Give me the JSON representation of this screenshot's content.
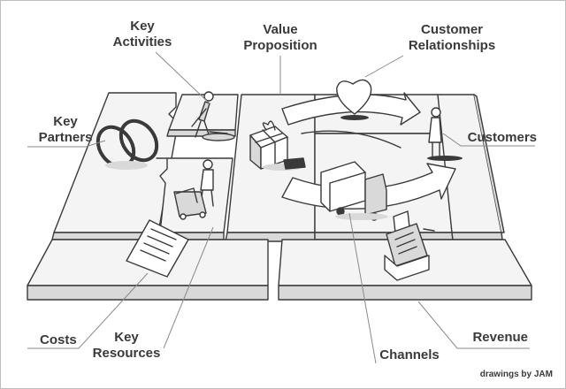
{
  "labels": {
    "key_activities_1": "Key",
    "key_activities_2": "Activities",
    "value_proposition_1": "Value",
    "value_proposition_2": "Proposition",
    "customer_relationships_1": "Customer",
    "customer_relationships_2": "Relationships",
    "key_partners_1": "Key",
    "key_partners_2": "Partners",
    "customers": "Customers",
    "costs": "Costs",
    "key_resources_1": "Key",
    "key_resources_2": "Resources",
    "channels": "Channels",
    "revenue": "Revenue"
  },
  "credit": "drawings by JAM",
  "colors": {
    "ink": "#3a3a3a",
    "shade": "#d9d9d9",
    "surface": "#f4f4f4",
    "frame": "#bdbdbd"
  }
}
